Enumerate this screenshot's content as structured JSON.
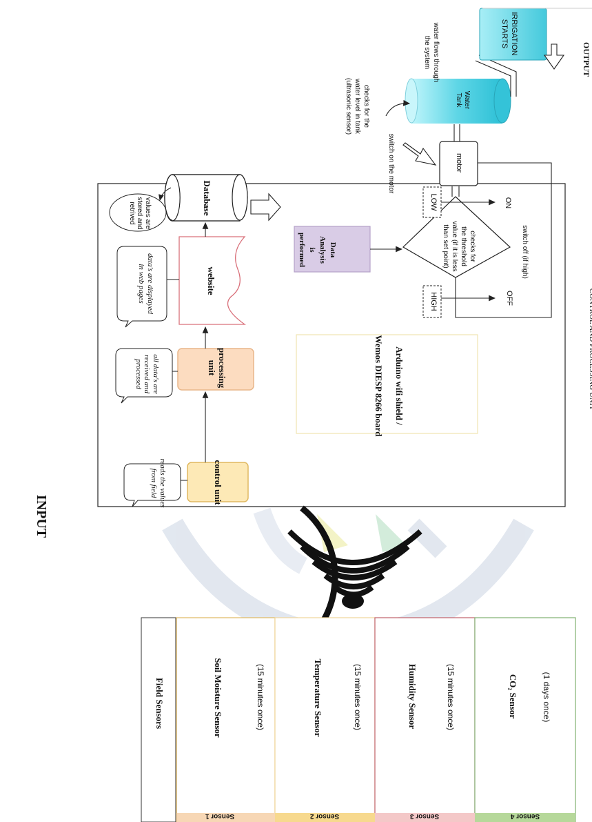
{
  "labels": {
    "input": "INPUT",
    "control_processing": "CONTROL AND PROCESSING UNIT",
    "output": "OUTPUT"
  },
  "sensors": {
    "header": "Field Sensors",
    "items": [
      {
        "tag": "Sensor 1",
        "name": "Soil Moisture Sensor",
        "freq": "(15 minutes once)",
        "color": "#e8c98a",
        "tag_bg": "#f7d7b5"
      },
      {
        "tag": "Sensor 2",
        "name": "Temperature Sensor",
        "freq": "(15 minutes once)",
        "color": "#f2dca0",
        "tag_bg": "#f7d98e"
      },
      {
        "tag": "Sensor 3",
        "name": "Humidity Sensor",
        "freq": "(15 minutes once)",
        "color": "#c0606a",
        "tag_bg": "#f4c8c8"
      },
      {
        "tag": "Sensor 4",
        "name": "CO₂ Sensor",
        "freq": "(1 days once)",
        "color": "#7fb070",
        "tag_bg": "#b6d89a"
      }
    ]
  },
  "flow": {
    "control_unit": "control unit",
    "control_note": "reads the values\nfrom field",
    "processing_unit": "processing\nunit",
    "processing_note": "all data's are\nreceived and\nprocessed",
    "website": "website",
    "website_note": "data's are displayed\nin web pages",
    "database": "Database",
    "database_note": "values are\nstored and\nretrived",
    "analysis": "Data\nAnalysis\nis\nperformed",
    "board": "Arduino wifi shield /\n\nWemos DIESP 8266 board",
    "threshold": "checks for\nthe threshold\nvalue (if it is less\nthan set point)",
    "high": "HIGH",
    "low": "LOW",
    "off": "OFF",
    "on": "ON",
    "switch_off": "switch off (if high)",
    "motor": "motor",
    "switch_on": "switch on the motor",
    "tank": "Water\nTank",
    "tank_note": "checks for the\nwater level in tank\n(ultrasonic sensor)",
    "flow_note": "water flows through\nthe system",
    "irrigation": "IRRIGATION\nSTARTS"
  },
  "colors": {
    "control_fill": "#fde9b6",
    "processing_fill": "#fcdcc0",
    "analysis_fill": "#d9cce6",
    "tank_fill": "#7fe3f0",
    "irrigation_fill": "#6fdce8",
    "watermark": "#dfe5ee"
  }
}
